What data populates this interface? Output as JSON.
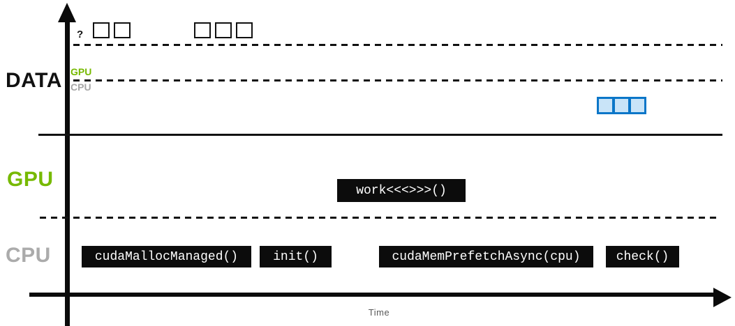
{
  "sections": {
    "data": {
      "label": "DATA"
    },
    "gpu": {
      "label": "GPU"
    },
    "cpu": {
      "label": "CPU"
    }
  },
  "data_lane": {
    "uncertain_marker": "?",
    "gpu_row_label": "GPU",
    "cpu_row_label": "CPU",
    "page_groups": [
      {
        "id": "unknown-a",
        "count": 2,
        "style": "outline"
      },
      {
        "id": "unknown-b",
        "count": 3,
        "style": "outline"
      },
      {
        "id": "cpu-resident",
        "count": 3,
        "style": "filled-blue"
      }
    ]
  },
  "gpu_lane": {
    "blocks": [
      {
        "label": "work<<<>>>()"
      }
    ]
  },
  "cpu_lane": {
    "blocks": [
      {
        "label": "cudaMallocManaged()"
      },
      {
        "label": "init()"
      },
      {
        "label": "cudaMemPrefetchAsync(cpu)"
      },
      {
        "label": "check()"
      }
    ]
  },
  "axis": {
    "time_label": "Time"
  },
  "colors": {
    "nvidia_green": "#76b900",
    "cpu_gray": "#ababab",
    "block_bg": "#0c0c0c",
    "block_text": "#ffffff",
    "page_blue_border": "#0b76c8",
    "page_blue_fill": "#c9e4f8",
    "axis_black": "#0b0b0b",
    "time_label_gray": "#595959"
  }
}
